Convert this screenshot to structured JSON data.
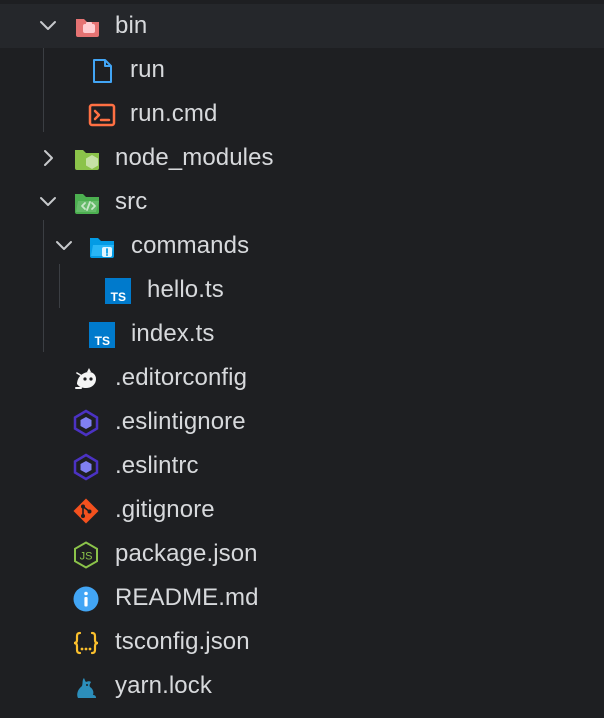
{
  "explorer": {
    "items": [
      {
        "label": "bin",
        "icon": "folder-open-icon",
        "expanded": true
      },
      {
        "label": "run",
        "icon": "file-icon"
      },
      {
        "label": "run.cmd",
        "icon": "terminal-icon"
      },
      {
        "label": "node_modules",
        "icon": "nodejs-folder-icon",
        "expanded": false
      },
      {
        "label": "src",
        "icon": "code-folder-open-icon",
        "expanded": true
      },
      {
        "label": "commands",
        "icon": "commands-folder-open-icon",
        "expanded": true
      },
      {
        "label": "hello.ts",
        "icon": "typescript-icon"
      },
      {
        "label": "index.ts",
        "icon": "typescript-icon"
      },
      {
        "label": ".editorconfig",
        "icon": "editorconfig-icon"
      },
      {
        "label": ".eslintignore",
        "icon": "eslint-icon"
      },
      {
        "label": ".eslintrc",
        "icon": "eslint-icon"
      },
      {
        "label": ".gitignore",
        "icon": "git-icon"
      },
      {
        "label": "package.json",
        "icon": "nodejs-icon"
      },
      {
        "label": "README.md",
        "icon": "info-icon"
      },
      {
        "label": "tsconfig.json",
        "icon": "json-icon"
      },
      {
        "label": "yarn.lock",
        "icon": "yarn-icon"
      }
    ],
    "colors": {
      "background": "#1e1f22",
      "selected_row": "#25272b",
      "text": "#d7d9dc",
      "guide": "#3b3e43",
      "typescript": "#007acc",
      "git": "#f4511e",
      "eslint": "#4b32c3",
      "json": "#fbc02d",
      "info": "#42a5f5"
    }
  }
}
